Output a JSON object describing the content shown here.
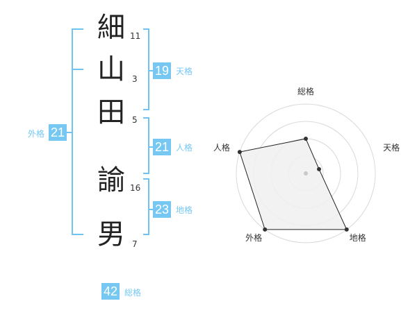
{
  "name": {
    "chars": [
      {
        "char": "細",
        "strokes": "11"
      },
      {
        "char": "山",
        "strokes": "3"
      },
      {
        "char": "田",
        "strokes": "5"
      },
      {
        "char": "諭",
        "strokes": "16"
      },
      {
        "char": "男",
        "strokes": "7"
      }
    ]
  },
  "fortune": {
    "tenkaku": {
      "label": "天格",
      "value": "19"
    },
    "jinkaku": {
      "label": "人格",
      "value": "21"
    },
    "chikaku": {
      "label": "地格",
      "value": "23"
    },
    "gaikaku": {
      "label": "外格",
      "value": "21"
    },
    "soukaku": {
      "label": "総格",
      "value": "42"
    }
  },
  "colors": {
    "accent": "#76c8f3",
    "bracket": "#6ec3f0",
    "radar_grid": "#d9d9d9",
    "radar_fill": "#f0f0f0",
    "radar_stroke": "#222222"
  },
  "chart_data": {
    "type": "radar",
    "axes": [
      "総格",
      "天格",
      "地格",
      "外格",
      "人格"
    ],
    "levels": 4,
    "values": [
      0.5,
      0.2,
      1.0,
      1.0,
      1.0
    ],
    "grid": true
  }
}
